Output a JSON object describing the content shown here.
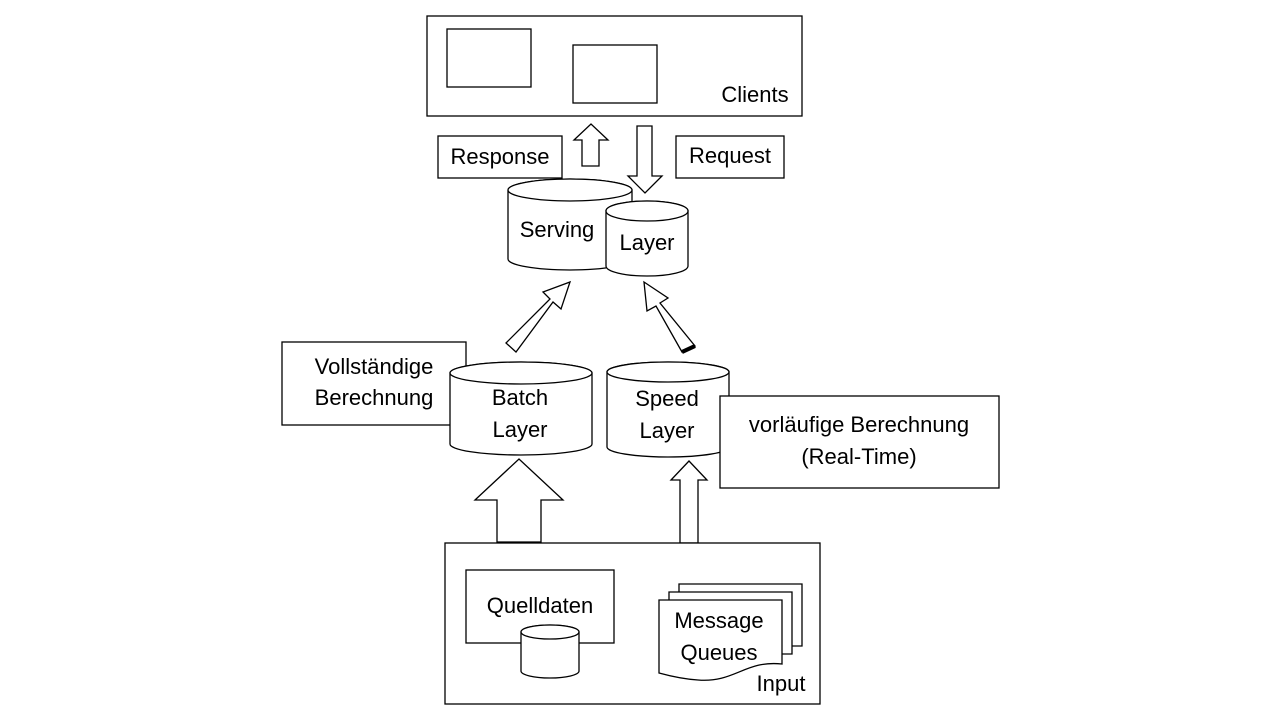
{
  "diagram": {
    "clients": {
      "label": "Clients"
    },
    "response": {
      "label": "Response"
    },
    "request": {
      "label": "Request"
    },
    "serving_layer": {
      "left_label": "Serving",
      "right_label": "Layer"
    },
    "batch_layer": {
      "line1": "Batch",
      "line2": "Layer"
    },
    "speed_layer": {
      "line1": "Speed",
      "line2": "Layer"
    },
    "batch_note": {
      "line1": "Vollständige",
      "line2": "Berechnung"
    },
    "speed_note": {
      "line1": "vorläufige Berechnung",
      "line2": "(Real-Time)"
    },
    "input": {
      "label": "Input",
      "source_data": "Quelldaten",
      "message_queues": {
        "line1": "Message",
        "line2": "Queues"
      }
    }
  }
}
